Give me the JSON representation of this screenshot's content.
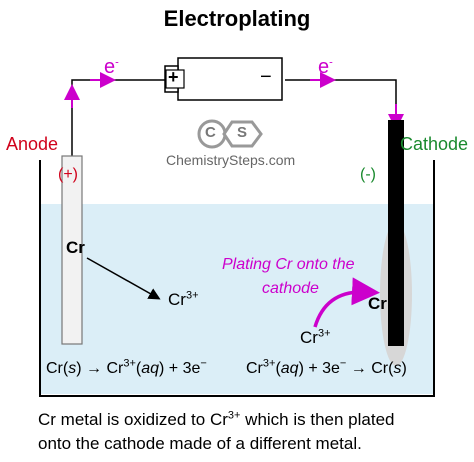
{
  "title": "Electroplating",
  "electron": {
    "symbol": "e",
    "charge": "-"
  },
  "battery": {
    "positive": "+",
    "negative": "−"
  },
  "logo": {
    "letters": [
      "C",
      "S"
    ],
    "site": "ChemistrySteps.com"
  },
  "anode": {
    "label": "Anode",
    "sign": "(+)",
    "metal": "Cr"
  },
  "cathode": {
    "label": "Cathode",
    "sign": "(-)",
    "metal": "Cr"
  },
  "ion": {
    "base": "Cr",
    "charge": "3+"
  },
  "plating_note": {
    "line1": "Plating Cr onto the",
    "line2": "cathode"
  },
  "anode_equation": {
    "reactant": "Cr(",
    "state1": "s",
    "arrow": ") → Cr",
    "charge": "3+",
    "aq_open": "(",
    "state2": "aq",
    "rest": ") + 3e",
    "minus": "−"
  },
  "cathode_equation": {
    "ion": "Cr",
    "charge": "3+",
    "aq_open": "(",
    "state1": "aq",
    "mid": ") + 3e",
    "minus": "−",
    "arrow": " → Cr(",
    "state2": "s",
    "close": ")"
  },
  "caption": {
    "line1_pre": "Cr metal is oxidized to Cr",
    "line1_charge": "3+",
    "line1_post": " which is then plated",
    "line2": "onto the cathode made of a different metal."
  },
  "colors": {
    "anode": "#d0021b",
    "cathode": "#1a8a2e",
    "electron": "#cc00cc",
    "solution": "#dbeef7",
    "electrode_anode": "#f2f2f2",
    "electrode_cathode": "#000000"
  }
}
